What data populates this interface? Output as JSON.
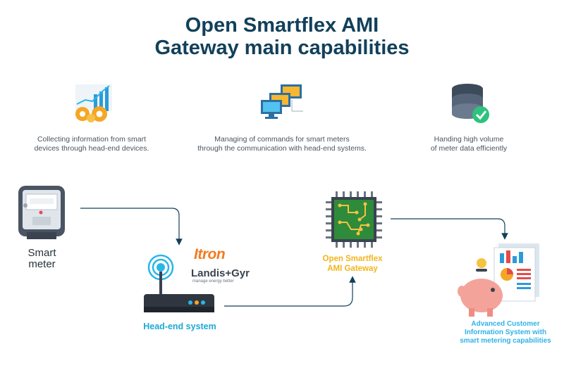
{
  "title": {
    "line1": "Open Smartflex AMI",
    "line2": "Gateway main capabilities"
  },
  "capabilities": [
    {
      "icon": "chart-gears-icon",
      "line1": "Collecting information from smart",
      "line2": "devices through head-end devices."
    },
    {
      "icon": "monitors-icon",
      "line1": "Managing of commands for smart meters",
      "line2": "through the communication with head-end systems."
    },
    {
      "icon": "database-check-icon",
      "line1": "Handing high volume",
      "line2": "of meter data efficiently"
    }
  ],
  "nodes": {
    "smart_meter": {
      "line1": "Smart",
      "line2": "meter"
    },
    "head_end": {
      "label": "Head-end system"
    },
    "gateway": {
      "line1": "Open Smartflex",
      "line2": "AMI Gateway"
    },
    "cis": {
      "line1": "Advanced Customer",
      "line2": "Information System with",
      "line3": "smart metering capabilities"
    }
  },
  "logos": {
    "itron": "Itron",
    "landis_gyr": "Landis+Gyr",
    "landis_tagline": "manage energy better"
  },
  "colors": {
    "title": "#12405a",
    "arrow": "#12405a",
    "head_end_label": "#1fa8d6",
    "gateway_label": "#f2b51c",
    "cis_label": "#2fb3e6",
    "itron_orange": "#f47a20"
  }
}
